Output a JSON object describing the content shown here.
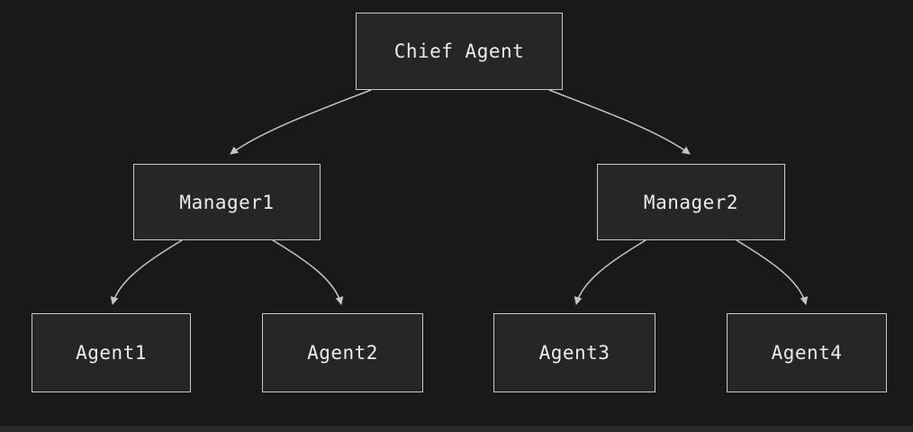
{
  "diagram": {
    "type": "org-hierarchy-flowchart",
    "nodes": {
      "chief": {
        "label": "Chief Agent"
      },
      "manager1": {
        "label": "Manager1"
      },
      "manager2": {
        "label": "Manager2"
      },
      "agent1": {
        "label": "Agent1"
      },
      "agent2": {
        "label": "Agent2"
      },
      "agent3": {
        "label": "Agent3"
      },
      "agent4": {
        "label": "Agent4"
      }
    },
    "edges": [
      {
        "from": "Chief Agent",
        "to": "Manager1"
      },
      {
        "from": "Chief Agent",
        "to": "Manager2"
      },
      {
        "from": "Manager1",
        "to": "Agent1"
      },
      {
        "from": "Manager1",
        "to": "Agent2"
      },
      {
        "from": "Manager2",
        "to": "Agent3"
      },
      {
        "from": "Manager2",
        "to": "Agent4"
      }
    ],
    "colors": {
      "background": "#191919",
      "node_fill": "#262626",
      "node_border": "#c9c9c9",
      "text": "#ececec",
      "edge": "#c4c4c4"
    }
  }
}
